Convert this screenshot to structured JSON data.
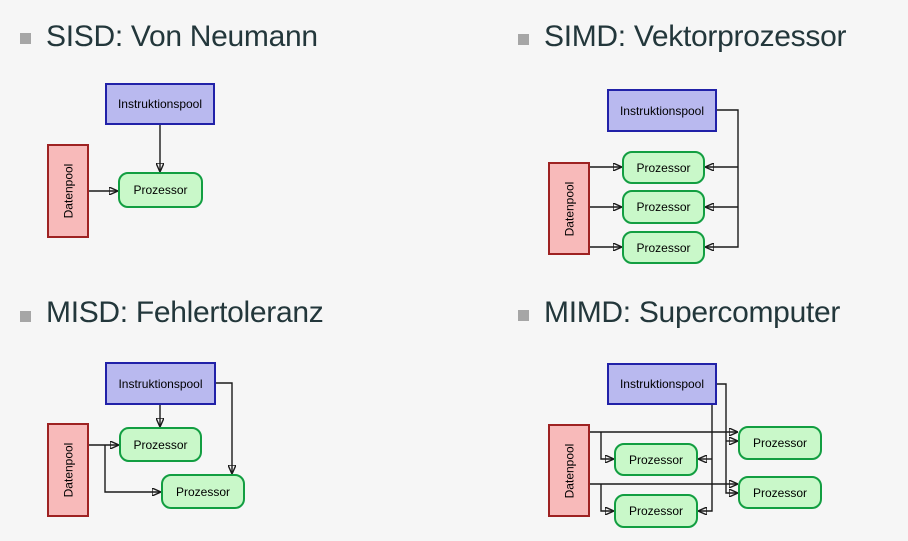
{
  "slide": {
    "background": "#f6f6f6"
  },
  "labels": {
    "instruction_pool": "Instruktionspool",
    "data_pool": "Datenpool",
    "processor": "Prozessor"
  },
  "sections": [
    {
      "id": "sisd",
      "title": "SISD: Von Neumann"
    },
    {
      "id": "simd",
      "title": "SIMD: Vektorprozessor"
    },
    {
      "id": "misd",
      "title": "MISD: Fehlertoleranz"
    },
    {
      "id": "mimd",
      "title": "MIMD: Supercomputer"
    }
  ],
  "colors": {
    "background": "#f6f6f6",
    "title_text": "#23373b",
    "bullet": "#a6a6a6",
    "instruction_pool_fill": "#b9b9ef",
    "instruction_pool_border": "#2121a8",
    "data_pool_fill": "#f8baba",
    "data_pool_border": "#9e2222",
    "processor_fill": "#c9f8c9",
    "processor_border": "#129e41",
    "connector": "#1a1a1a"
  }
}
